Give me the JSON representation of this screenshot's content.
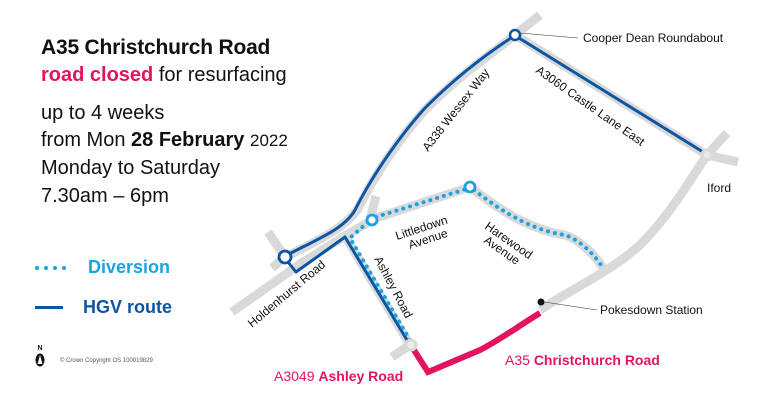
{
  "header": {
    "title": "A35 Christchurch Road",
    "status_closed": "road closed",
    "status_reason": "for resurfacing"
  },
  "details": {
    "duration": "up to 4 weeks",
    "start_prefix": "from Mon",
    "start_date": "28 February",
    "start_year": "2022",
    "days": "Monday to Saturday",
    "hours": "7.30am – 6pm"
  },
  "legend": {
    "diversion": "Diversion",
    "hgv_route": "HGV route"
  },
  "north_label": "N",
  "copyright": "© Crown Copyright OS 100019829",
  "map": {
    "colors": {
      "hgv": "#0b56a4",
      "diversion": "#1aa3e0",
      "closure": "#e2135f",
      "road": "#d9d9d9"
    },
    "labels": {
      "cooper_dean": "Cooper Dean Roundabout",
      "wessex_way": "A338 Wessex Way",
      "castle_lane": "A3060 Castle Lane East",
      "iford": "Iford",
      "littledown_1": "Littledown",
      "littledown_2": "Avenue",
      "harewood_1": "Harewood",
      "harewood_2": "Avenue",
      "holdenhurst": "Holdenhurst Road",
      "ashley": "Ashley Road",
      "pokesdown": "Pokesdown Station",
      "a3049_prefix": "A3049",
      "a3049_name": "Ashley Road",
      "a35_prefix": "A35",
      "a35_name": "Christchurch Road"
    }
  }
}
